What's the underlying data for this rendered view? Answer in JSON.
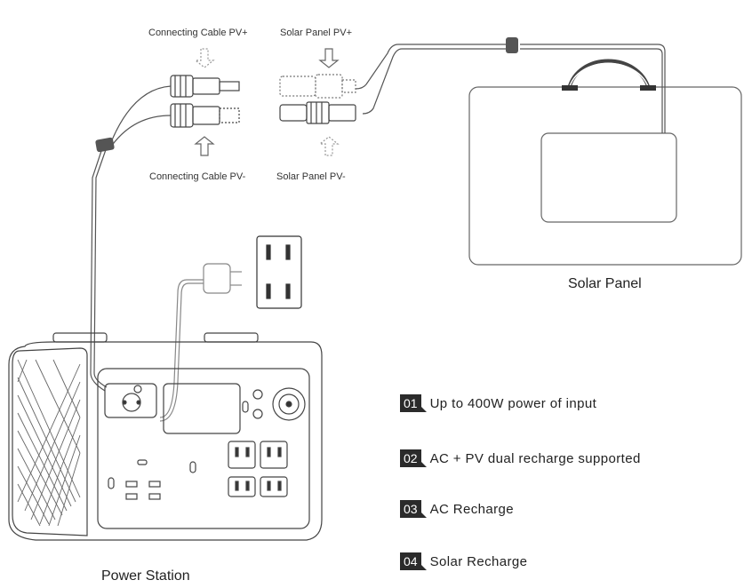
{
  "labels": {
    "connecting_cable_pv_plus": "Connecting Cable PV+",
    "solar_panel_pv_plus": "Solar Panel PV+",
    "connecting_cable_pv_minus": "Connecting Cable PV-",
    "solar_panel_pv_minus": "Solar Panel PV-",
    "solar_panel": "Solar Panel",
    "power_station": "Power Station"
  },
  "features": [
    {
      "num": "01",
      "text": "Up to 400W power of input"
    },
    {
      "num": "02",
      "text": "AC + PV dual recharge supported"
    },
    {
      "num": "03",
      "text": "AC Recharge"
    },
    {
      "num": "04",
      "text": "Solar Recharge"
    }
  ]
}
